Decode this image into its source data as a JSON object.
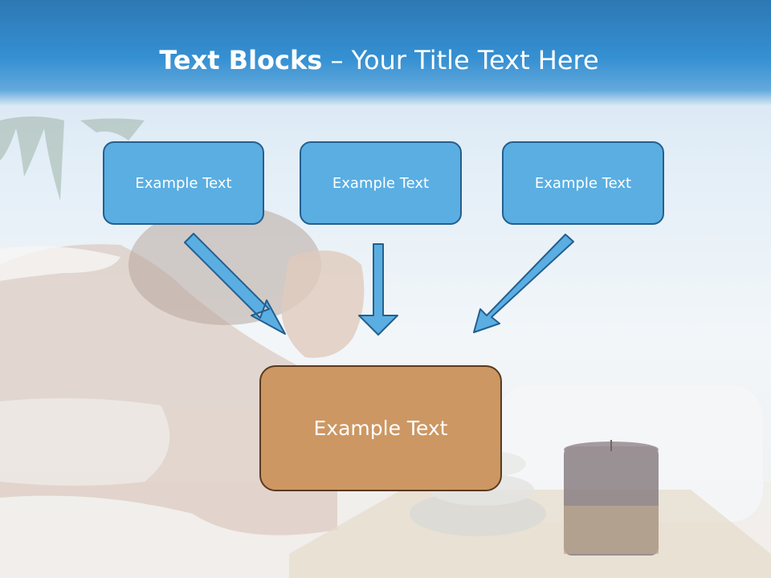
{
  "title": {
    "bold": "Text Blocks",
    "dash": " – ",
    "rest": "Your Title Text Here"
  },
  "boxes": {
    "left": "Example Text",
    "middle": "Example Text",
    "right": "Example Text",
    "target": "Example Text"
  },
  "colors": {
    "header": "#3590d2",
    "box_fill": "#5aaee2",
    "box_border": "#245f8e",
    "target_fill": "#cc9763",
    "target_border": "#5b3a1e",
    "arrow_fill": "#5aaee2"
  }
}
